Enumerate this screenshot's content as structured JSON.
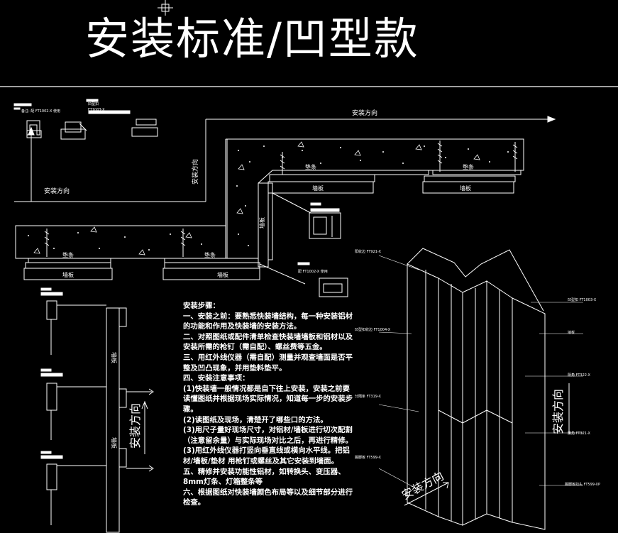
{
  "title": "安装标准/凹型款",
  "direction_label": "安装方向",
  "labels": {
    "strip": "垫条",
    "wall_panel": "墙板",
    "side_strip": "墙板",
    "top_note": "凹型扣",
    "top_code": "FT1003-X",
    "left_note": "备注: 配 FT1002-X 使用",
    "iso_labels": [
      "凹型扣 FT1003-X",
      "墙板",
      "阴角 FT322-X",
      "阴角 FT321-X",
      "踢脚板扣头 FT599-XP",
      "阳收边 FT921-X",
      "凹型扣收边 FT1004-X",
      "分隔条 FT319-X",
      "踢脚板 FT599-X"
    ],
    "small_note": "配 FT1002-X 使用"
  },
  "steps": [
    "安装步骤：",
    "一、安装之前：要熟悉快装墙结构，每一种安装铝材的功能和作用及快装墙的安装方法。",
    "二、对照图纸或配件清单检查快装墙墙板和铝材以及安装所需的枪钉（需自配）、螺丝费等五金。",
    "三、用红外线仪器（需自配）测量并观查墙面是否平整及凹凸现象，并用垫料垫平。",
    "四、安装注意事项：",
    "(1)快装墙一般情况都是自下往上安装，安装之前要读懂图纸并根据现场实际情况，知道每一步的安装步骤。",
    "(2)读图纸及现场，清楚开了哪些口的方法。",
    "(3)用尺子量好现场尺寸，对铝材/墙板进行切次配割（注意留余量）与实际现场对比之后，再进行精修。",
    "(3)用红外线仪器打竖向垂直线或横向水平线。把铝材/墙板/垫材 用枪钉或螺丝及其它安装到墙面。",
    "五、精修并安装功能性铝材，如转换头、变压器、8mm灯条、灯箱整条等",
    "六、根据图纸对快装墙颜色布局等以及细节部分进行检查。"
  ]
}
